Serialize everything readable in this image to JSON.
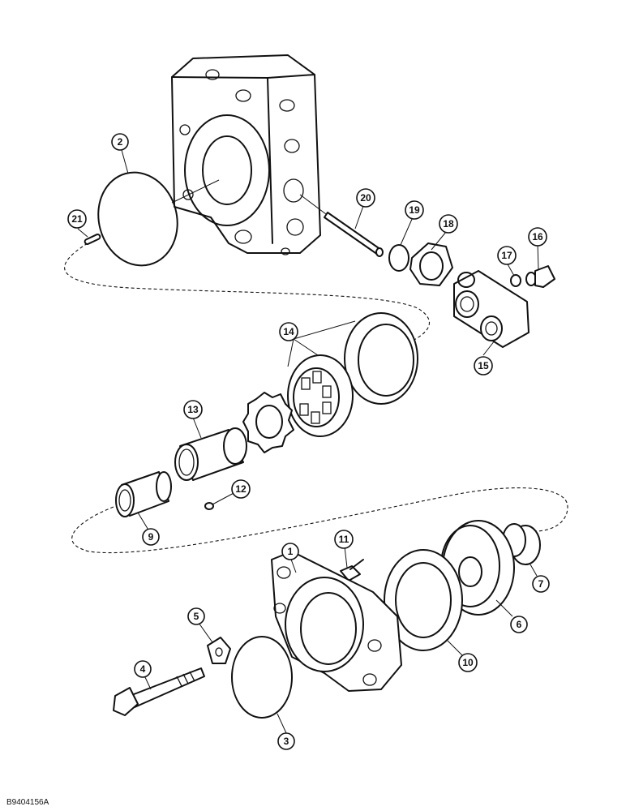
{
  "figure_id": "B9404156A",
  "callouts": [
    {
      "label": "1"
    },
    {
      "label": "2"
    },
    {
      "label": "3"
    },
    {
      "label": "4"
    },
    {
      "label": "5"
    },
    {
      "label": "6"
    },
    {
      "label": "7"
    },
    {
      "label": "9"
    },
    {
      "label": "10"
    },
    {
      "label": "11"
    },
    {
      "label": "12"
    },
    {
      "label": "13"
    },
    {
      "label": "14"
    },
    {
      "label": "15"
    },
    {
      "label": "16"
    },
    {
      "label": "17"
    },
    {
      "label": "18"
    },
    {
      "label": "19"
    },
    {
      "label": "20"
    },
    {
      "label": "21"
    }
  ]
}
